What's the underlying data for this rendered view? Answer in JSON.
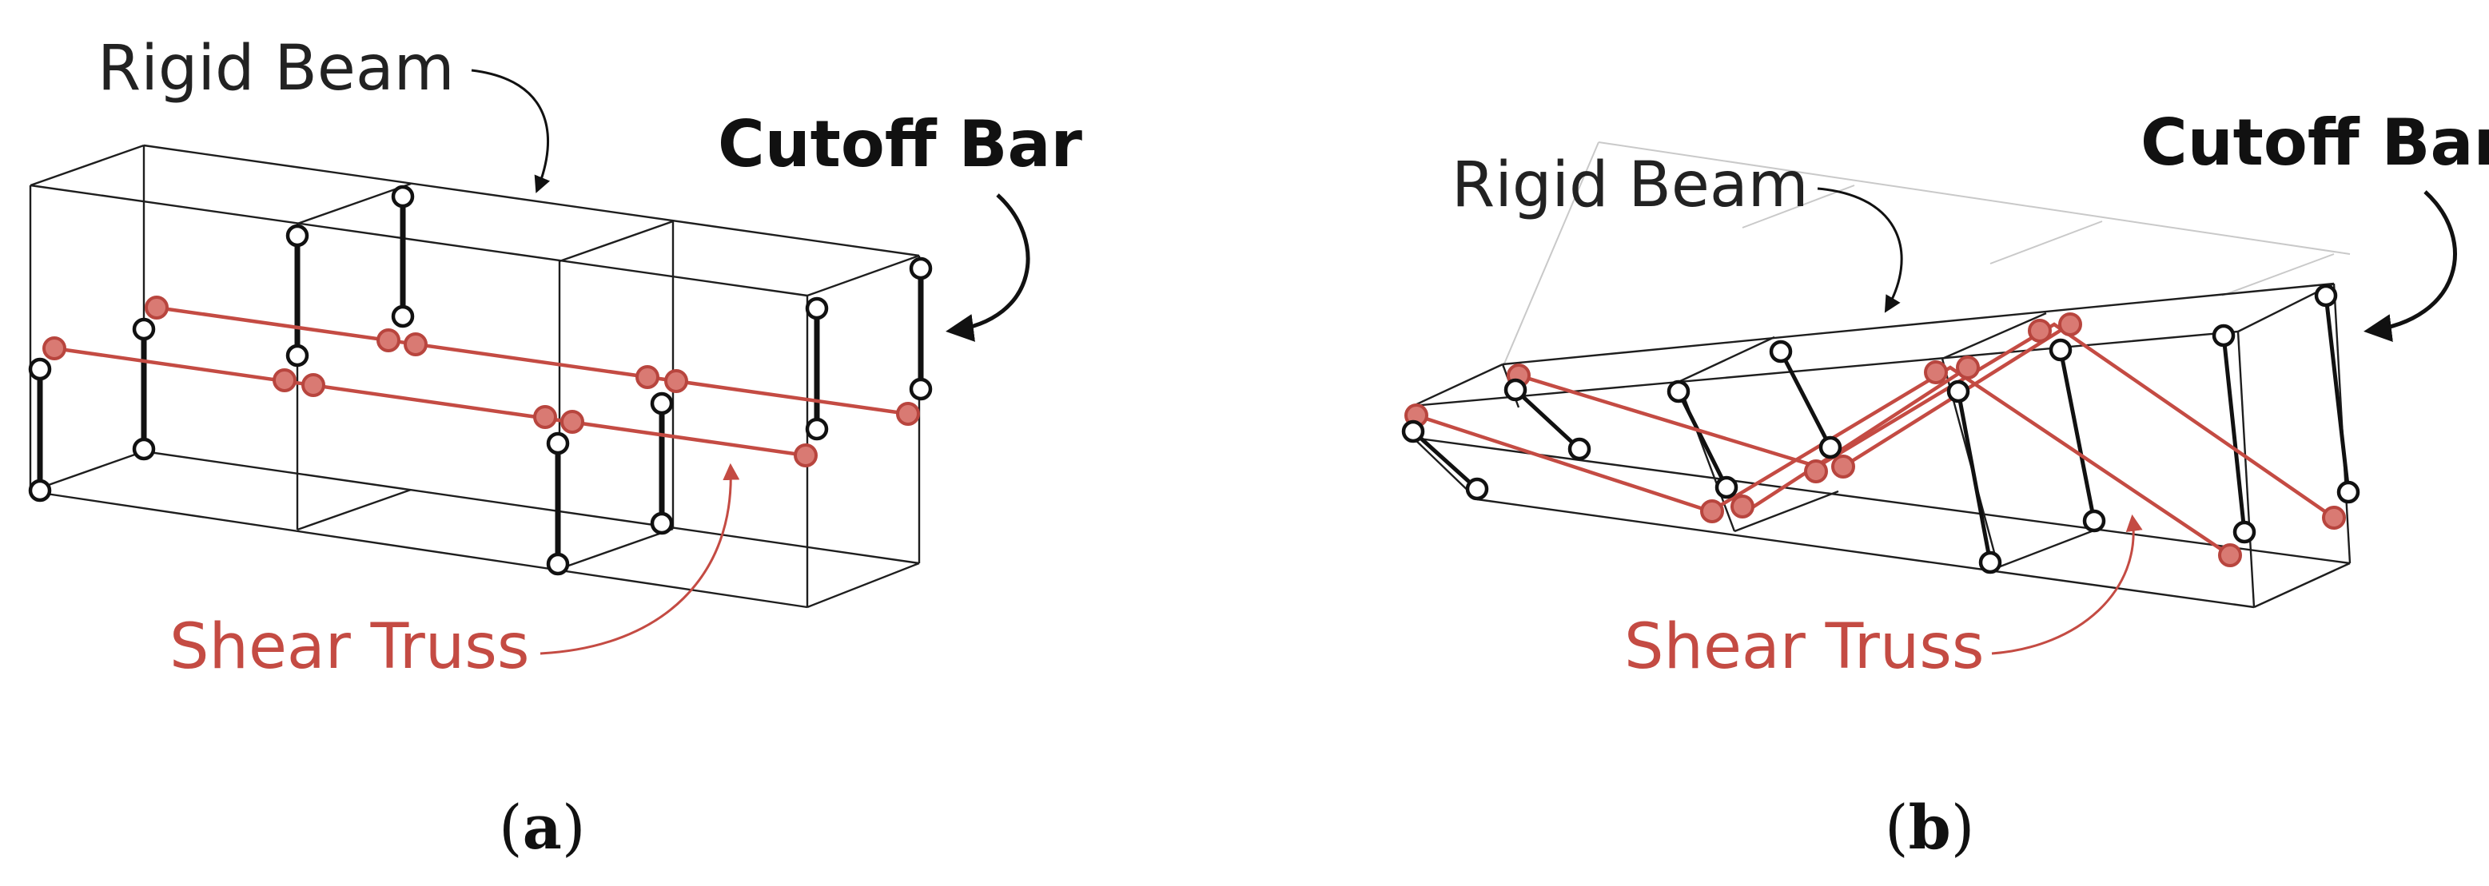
{
  "panels": [
    {
      "id": "a",
      "caption_open": "(",
      "caption_letter": "a",
      "caption_close": ")",
      "label_rigid_beam": "Rigid Beam",
      "label_cutoff_bar": "Cutoff Bar",
      "label_shear_truss": "Shear Truss"
    },
    {
      "id": "b",
      "caption_open": "(",
      "caption_letter": "b",
      "caption_close": ")",
      "label_rigid_beam": "Rigid Beam",
      "label_cutoff_bar": "Cutoff Bar",
      "label_shear_truss": "Shear Truss"
    }
  ],
  "colors": {
    "wireframe": "#1e1e1e",
    "shear_truss": "#c44b43",
    "shear_truss_node": "#d97a73",
    "cutoff_bar": "#111111"
  }
}
